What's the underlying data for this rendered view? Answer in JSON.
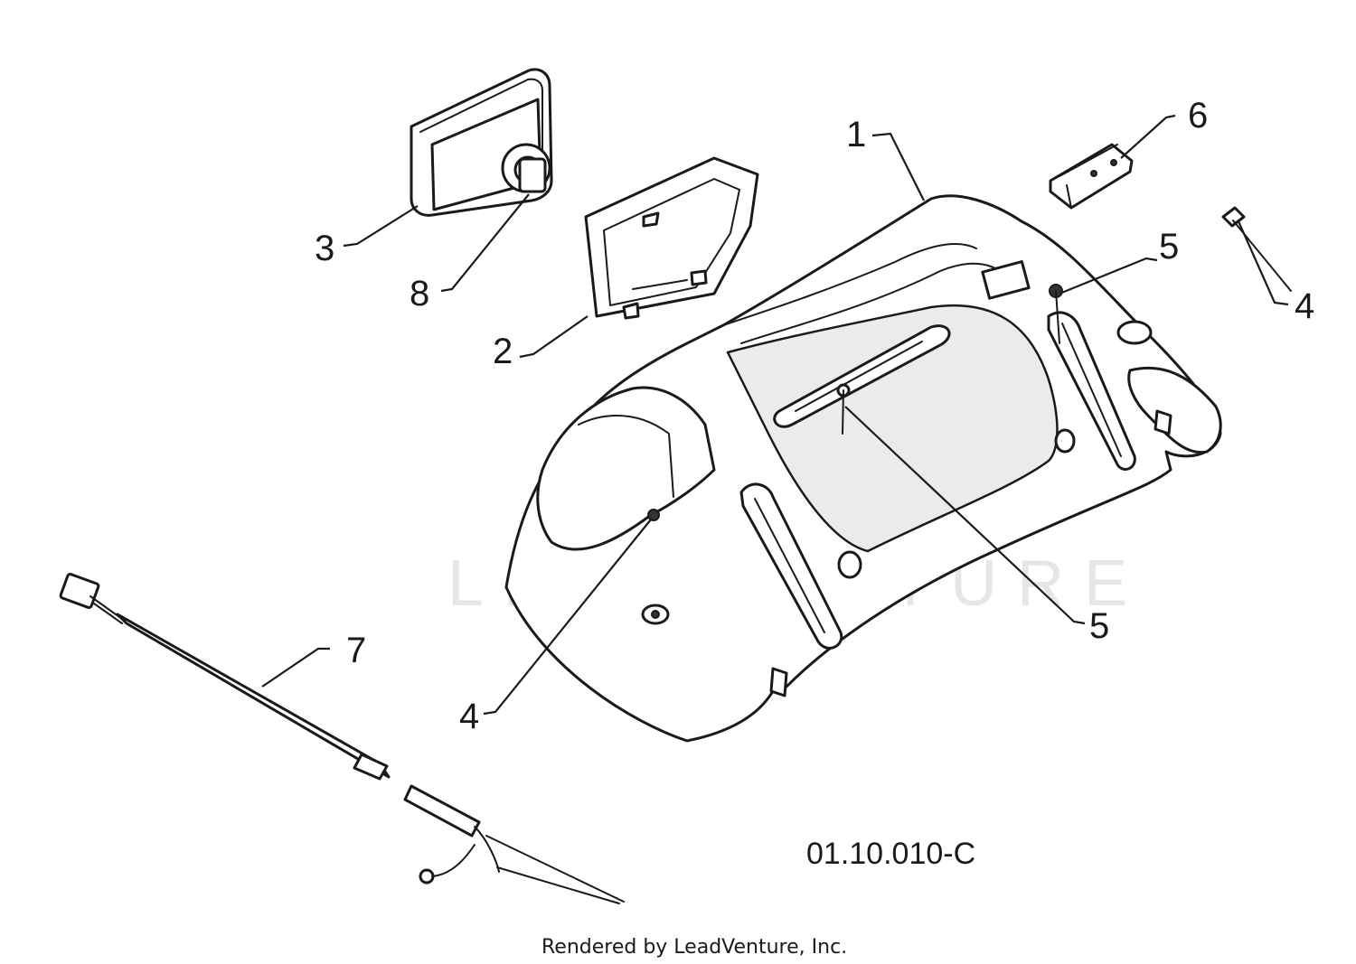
{
  "diagram": {
    "watermark": "LEADVENTURE",
    "drawing_number": "01.10.010-C",
    "credit": "Rendered by LeadVenture, Inc.",
    "callouts": {
      "part_1": "1",
      "part_2": "2",
      "part_3": "3",
      "part_4_screw": "4",
      "part_4_hole": "4",
      "part_5_right": "5",
      "part_5_center": "5",
      "part_6": "6",
      "part_7": "7",
      "part_8": "8"
    }
  }
}
